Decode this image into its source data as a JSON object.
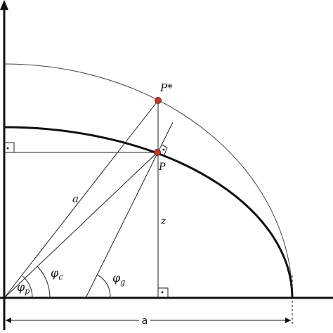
{
  "labels": {
    "p_star": "P*",
    "p": "P",
    "a_radius": "a",
    "z": "z",
    "a_dimension": "a",
    "phi_c": "φ",
    "phi_c_sub": "c",
    "phi_p": "φ",
    "phi_p_sub": "p",
    "phi_g": "φ",
    "phi_g_sub": "g"
  },
  "colors": {
    "point_fill": "#c0392b",
    "stroke": "#111111"
  }
}
